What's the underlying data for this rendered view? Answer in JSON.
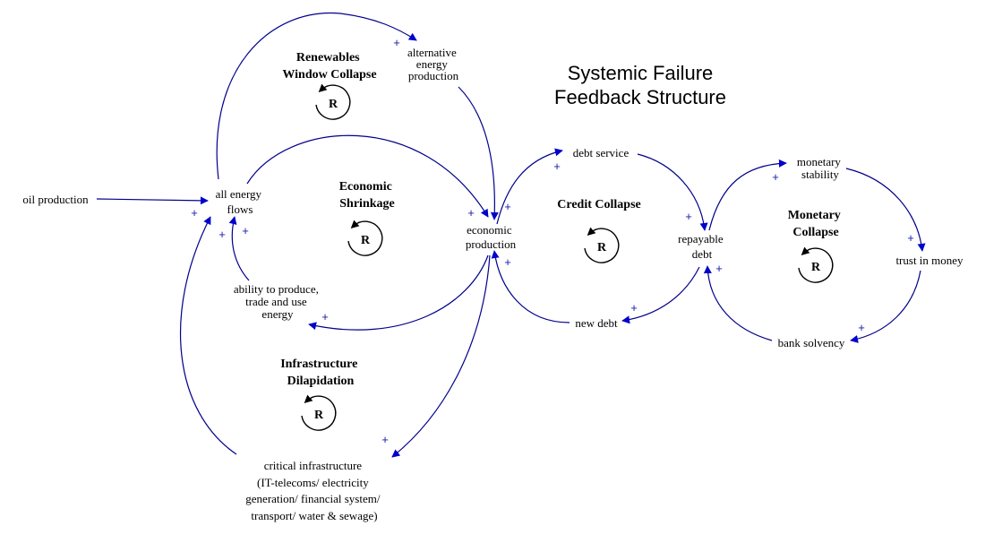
{
  "title": {
    "line1": "Systemic Failure",
    "line2": "Feedback Structure"
  },
  "variables": {
    "oil_production": [
      "oil production"
    ],
    "all_energy_flows": [
      "all energy",
      "flows"
    ],
    "alternative_energy": [
      "alternative",
      "energy",
      "production"
    ],
    "economic_production": [
      "economic",
      "production"
    ],
    "ability": [
      "ability to produce,",
      "trade and use",
      "energy"
    ],
    "critical_infrastructure": [
      "critical infrastructure",
      "(IT-telecoms/ electricity",
      "generation/ financial system/",
      "transport/ water & sewage)"
    ],
    "debt_service": [
      "debt service"
    ],
    "new_debt": [
      "new debt"
    ],
    "repayable_debt": [
      "repayable",
      "debt"
    ],
    "monetary_stability": [
      "monetary",
      "stability"
    ],
    "trust_in_money": [
      "trust in money"
    ],
    "bank_solvency": [
      "bank solvency"
    ]
  },
  "loops": {
    "renewables": {
      "name": [
        "Renewables",
        "Window Collapse"
      ],
      "polarity": "R"
    },
    "economic": {
      "name": [
        "Economic",
        "Shrinkage"
      ],
      "polarity": "R"
    },
    "infrastructure": {
      "name": [
        "Infrastructure",
        "Dilapidation"
      ],
      "polarity": "R"
    },
    "credit": {
      "name": [
        "Credit Collapse"
      ],
      "polarity": "R"
    },
    "monetary": {
      "name": [
        "Monetary",
        "Collapse"
      ],
      "polarity": "R"
    }
  },
  "link_sign": "+",
  "colors": {
    "arrow": "#00008b",
    "arrowhead": "#0000cc",
    "sign": "#1a1ab0"
  }
}
